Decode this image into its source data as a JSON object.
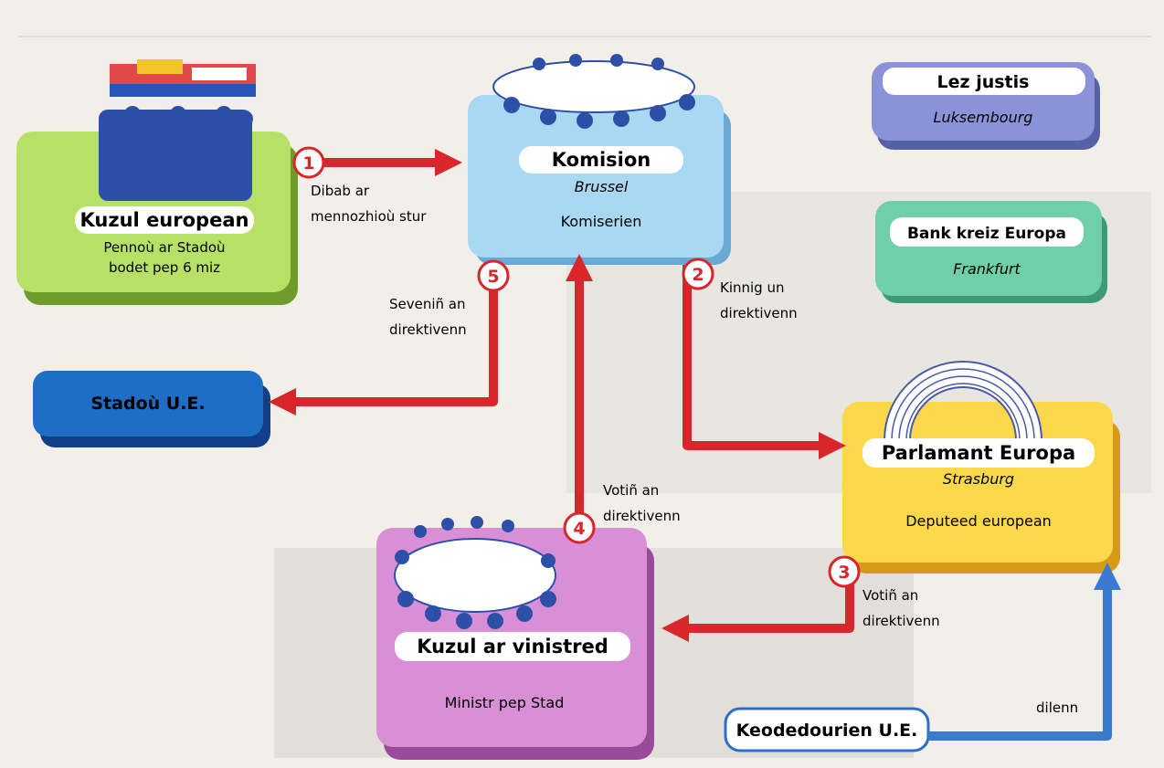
{
  "boxes": {
    "kuzul_european": {
      "title": "Kuzul european",
      "line1": "Pennoù ar Stadoù",
      "line2": "bodet pep 6 miz",
      "color": "#b6e066"
    },
    "komision": {
      "title": "Komision",
      "city": "Brussel",
      "members": "Komiserien",
      "color": "#a9d8f3"
    },
    "lez_justis": {
      "title": "Lez justis",
      "city": "Luksembourg",
      "color": "#8a92d8"
    },
    "bank": {
      "title": "Bank kreiz Europa",
      "city": "Frankfurt",
      "color": "#6fd0a8"
    },
    "stadou": {
      "title": "Stadoù U.E.",
      "color": "#1f6ec6"
    },
    "parlamant": {
      "title": "Parlamant Europa",
      "city": "Strasburg",
      "members": "Deputeed european",
      "color": "#fbd84a"
    },
    "kuzul_vinistred": {
      "title": "Kuzul ar vinistred",
      "members": "Ministr pep Stad",
      "color": "#d88fd6"
    },
    "keodedourien": {
      "title": "Keodedourien U.E."
    }
  },
  "steps": [
    {
      "num": "1",
      "line1": "Dibab ar",
      "line2": "mennozhioù stur"
    },
    {
      "num": "2",
      "line1": "Kinnig un",
      "line2": "direktivenn"
    },
    {
      "num": "3",
      "line1": "Votiñ an",
      "line2": "direktivenn"
    },
    {
      "num": "4",
      "line1": "Votiñ an",
      "line2": "direktivenn"
    },
    {
      "num": "5",
      "line1": "Seveniñ an",
      "line2": "direktivenn"
    }
  ],
  "dilenn_label": "dilenn",
  "colors": {
    "arrow_red": "#d8262a",
    "arrow_blue": "#3a7bd0"
  }
}
